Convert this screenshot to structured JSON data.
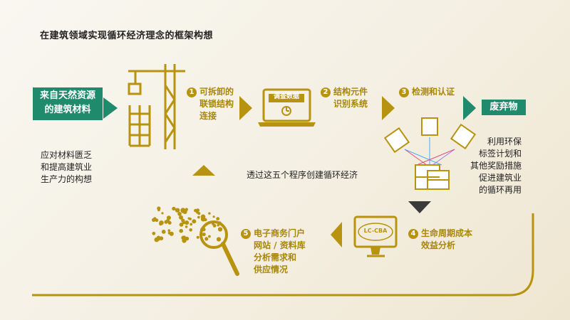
{
  "title": "在建筑领域实现循环经济理念的框架构想",
  "source_box": {
    "line1": "来自天然资源",
    "line2": "的建筑材料"
  },
  "source_note": [
    "应对材料匮乏",
    "和提高建筑业",
    "生产力的构想"
  ],
  "steps": [
    {
      "num": "1",
      "lines": [
        "可拆卸的",
        "联锁结构",
        "连接"
      ]
    },
    {
      "num": "2",
      "lines": [
        "结构元件",
        "识别系统"
      ]
    },
    {
      "num": "3",
      "lines": [
        "检测和认证"
      ]
    },
    {
      "num": "4",
      "lines": [
        "生命周期成本",
        "效益分析"
      ]
    },
    {
      "num": "5",
      "lines": [
        "电子商务门户",
        "网站 / 资料库",
        "分析需求和",
        "供应情况"
      ]
    }
  ],
  "waste_box": "废弃物",
  "reuse_note": [
    "利用环保",
    "标签计划和",
    "其他奖励措施",
    "促进建筑业",
    "的循环再用"
  ],
  "center_caption": "透过这五个程序创建循环经济",
  "laptop_label": "调查数据",
  "monitor_label": "LC-CBA",
  "colors": {
    "gold": "#b8930f",
    "green": "#1f8a6c",
    "dark": "#222222"
  }
}
